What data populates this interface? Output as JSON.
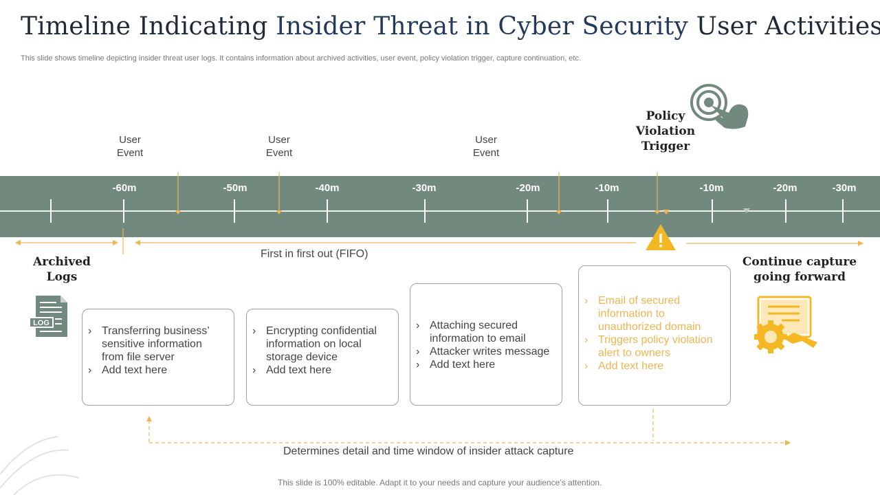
{
  "header": {
    "title_part1": "Timeline Indicating ",
    "title_part2": "Insider Threat in Cyber Security",
    "title_part3": " User Activities",
    "subtitle": "This slide shows timeline depicting insider threat user logs. It contains information about archived activities, user event, policy violation trigger, capture continuation, etc."
  },
  "timeline": {
    "ticks": [
      "-60m",
      "-50m",
      "-40m",
      "-30m",
      "-20m",
      "-10m",
      "-10m",
      "-20m",
      "-30m"
    ],
    "user_events": [
      {
        "line1": "User",
        "line2": "Event"
      },
      {
        "line1": "User",
        "line2": "Event"
      },
      {
        "line1": "User",
        "line2": "Event"
      }
    ],
    "policy_trigger": {
      "line1": "Policy",
      "line2": "Violation",
      "line3": "Trigger"
    },
    "fifo_label": "First in first out (FIFO)"
  },
  "sections": {
    "archived": {
      "line1": "Archived",
      "line2": "Logs",
      "icon_text": "LOG"
    },
    "continue": {
      "line1": "Continue capture",
      "line2": "going forward"
    }
  },
  "boxes": [
    {
      "items": [
        "Transferring business’ sensitive information from file server",
        "Add text here"
      ]
    },
    {
      "items": [
        "Encrypting confidential information on local storage device",
        "Add text here"
      ]
    },
    {
      "items": [
        "Attaching secured information to email",
        "Attacker writes message",
        "Add text here"
      ]
    },
    {
      "items": [
        "Email of secured information to unauthorized domain",
        "Triggers policy violation alert to owners",
        "Add text here"
      ]
    }
  ],
  "bottom_note": "Determines detail and time window of insider attack capture",
  "footer": "This slide is 100% editable. Adapt it to your needs and capture your audience’s attention.",
  "colors": {
    "band": "#728a7e",
    "accent": "#f0b451",
    "title": "#1f2a36"
  },
  "icons": [
    "log-file-icon",
    "touch-target-icon",
    "warning-icon",
    "certificate-gear-icon"
  ]
}
